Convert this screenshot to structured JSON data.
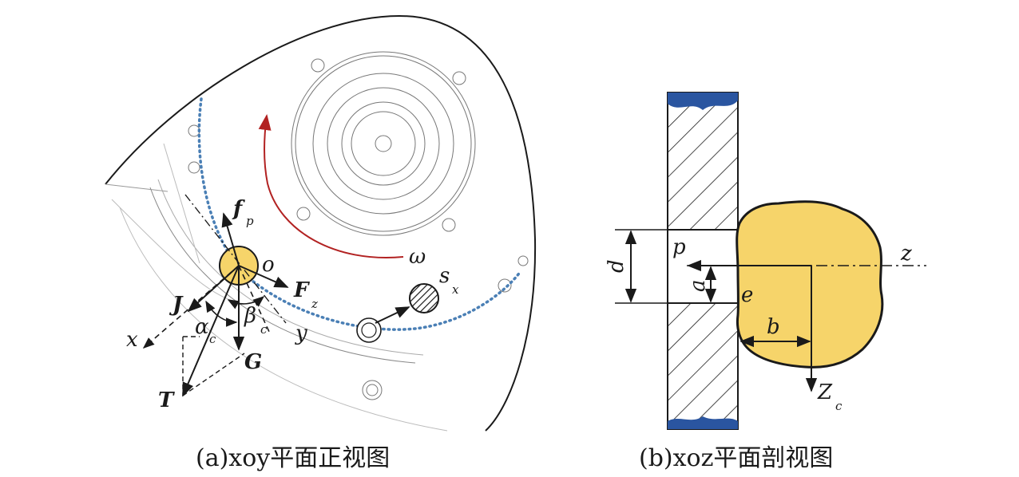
{
  "figure_a": {
    "caption": "(a)xoy平面正视图",
    "labels": {
      "fp": "f",
      "fp_sub": "p",
      "o": "o",
      "Fz": "F",
      "Fz_sub": "z",
      "J": "J",
      "alpha": "α",
      "alpha_sub": "c",
      "beta": "β",
      "beta_sub": "c",
      "x": "x",
      "y": "y",
      "G": "G",
      "T": "T",
      "omega": "ω",
      "sx": "s",
      "sx_sub": "x"
    }
  },
  "figure_b": {
    "caption": "(b)xoz平面剖视图",
    "labels": {
      "d": "d",
      "p": "p",
      "a": "a",
      "e": "e",
      "b": "b",
      "z": "z",
      "Zc": "Z",
      "Zc_sub": "c"
    }
  },
  "colors": {
    "ink": "#1a1a1a",
    "particle": "#f6d46a",
    "trajectory": "#4a7fb5",
    "rotation_arrow": "#b22222",
    "wall_fill": "#2a55a0"
  }
}
